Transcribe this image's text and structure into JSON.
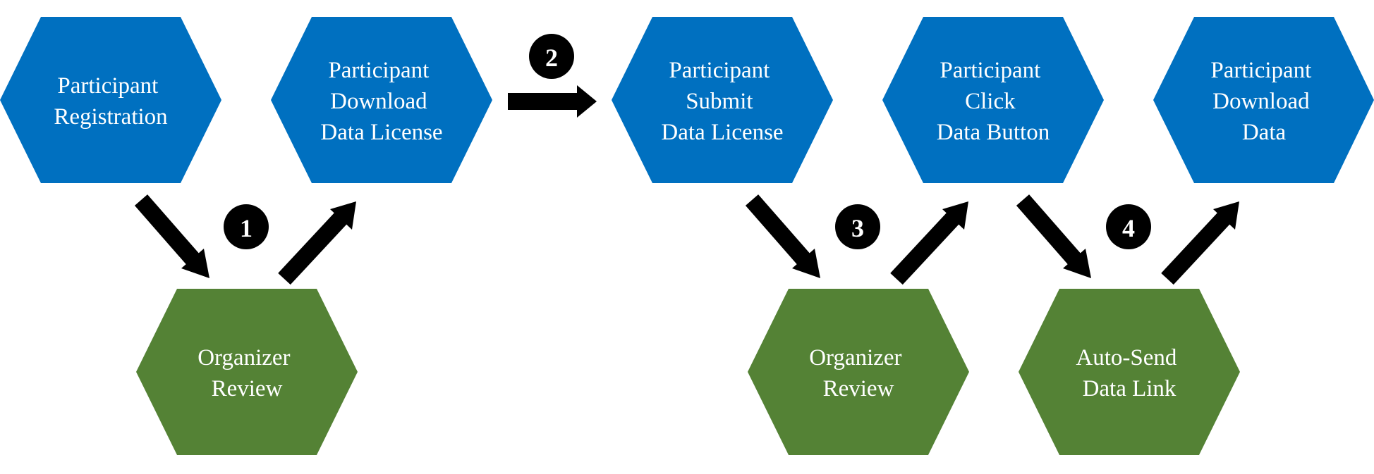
{
  "colors": {
    "participant": "#0070C0",
    "organizer": "#548235",
    "arrow": "#000000",
    "badge": "#000000",
    "text": "#FFFFFF"
  },
  "nodes": {
    "participant_registration": [
      "Participant",
      "Registration"
    ],
    "participant_download_license": [
      "Participant",
      "Download",
      "Data License"
    ],
    "participant_submit_license": [
      "Participant",
      "Submit",
      "Data License"
    ],
    "participant_click_button": [
      "Participant",
      "Click",
      "Data Button"
    ],
    "participant_download_data": [
      "Participant",
      "Download",
      "Data"
    ],
    "organizer_review_1": [
      "Organizer",
      "Review"
    ],
    "organizer_review_2": [
      "Organizer",
      "Review"
    ],
    "auto_send_link": [
      "Auto-Send",
      "Data Link"
    ]
  },
  "steps": {
    "step_1": "1",
    "step_2": "2",
    "step_3": "3",
    "step_4": "4"
  }
}
